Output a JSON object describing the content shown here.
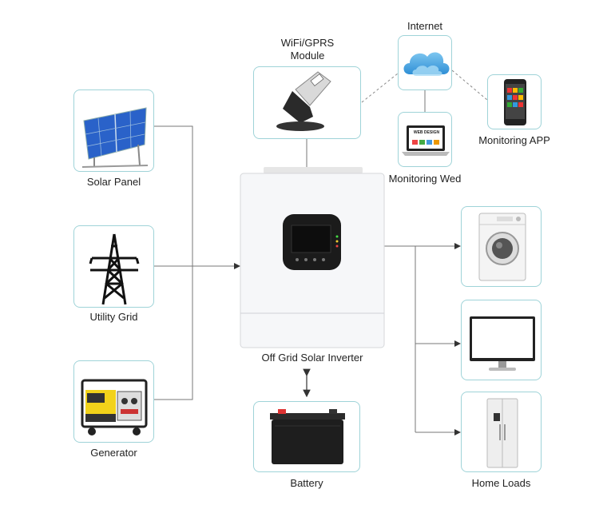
{
  "diagram": {
    "inputs": {
      "solar_panel": "Solar Panel",
      "utility_grid": "Utility Grid",
      "generator": "Generator"
    },
    "inverter": "Off Grid Solar Inverter",
    "battery": "Battery",
    "wifi_module": "WiFi/GPRS\nModule",
    "internet": "Internet",
    "monitoring_web": "Monitoring Wed",
    "monitoring_app": "Monitoring APP",
    "home_loads": "Home Loads",
    "web_screen_text": "WEB DESIGN"
  }
}
